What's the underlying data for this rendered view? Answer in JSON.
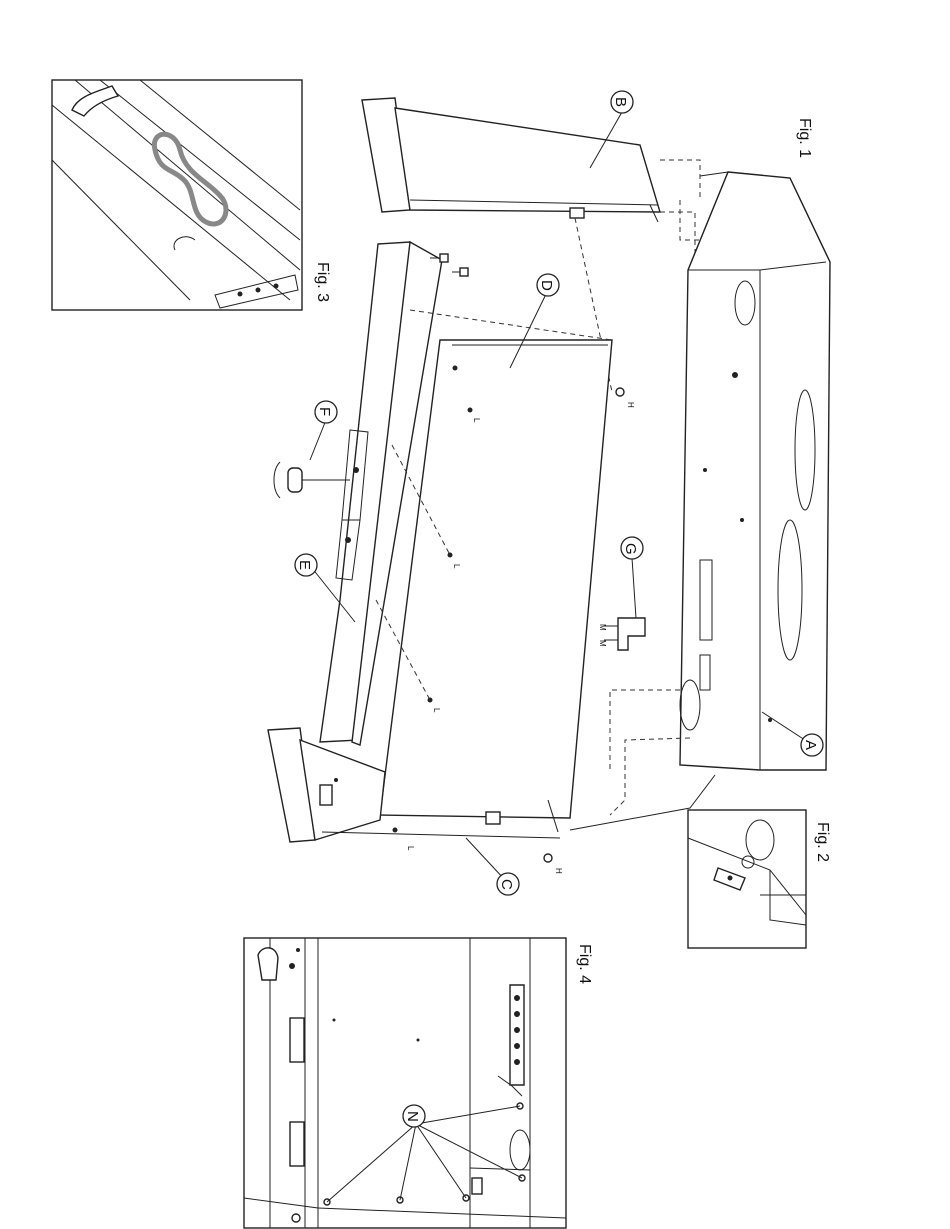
{
  "figures": {
    "fig1": "Fig. 1",
    "fig2": "Fig. 2",
    "fig3": "Fig. 3",
    "fig4": "Fig. 4"
  },
  "callouts": {
    "A": "A",
    "B": "B",
    "C": "C",
    "D": "D",
    "E": "E",
    "F": "F",
    "G": "G",
    "N": "N"
  },
  "screw_labels": {
    "H": "H",
    "L": "L",
    "M": "M"
  }
}
